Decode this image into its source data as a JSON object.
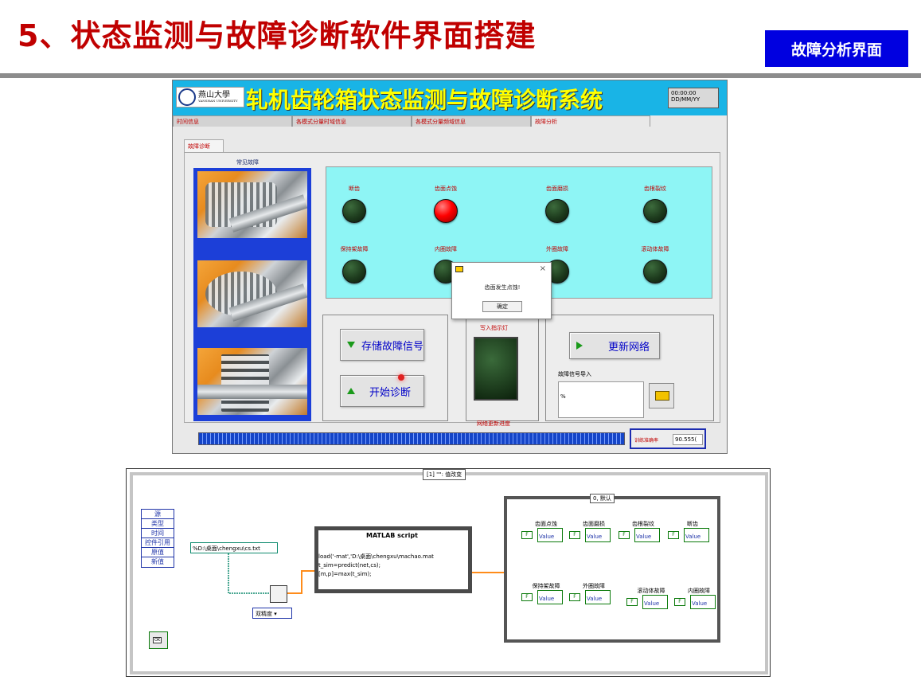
{
  "slide": {
    "title": "5、状态监测与故障诊断软件界面搭建",
    "tag": "故障分析界面"
  },
  "window": {
    "app_title": "轧机齿轮箱状态监测与故障诊断系统",
    "logo_text": "燕山大學",
    "logo_sub": "YANSHAN UNIVERSITY",
    "clock_time": "00:00:00",
    "clock_date": "DD/MM/YY",
    "tabs": [
      "时间信息",
      "各模式分量时域信息",
      "各模式分量频域信息",
      "故障分析"
    ],
    "active_tab": "故障分析",
    "inner_tab": "故障诊断",
    "common_faults_label": "常见故障",
    "leds": [
      {
        "label": "断齿",
        "on": false
      },
      {
        "label": "齿面点蚀",
        "on": true
      },
      {
        "label": "齿面磨损",
        "on": false
      },
      {
        "label": "齿根裂纹",
        "on": false
      },
      {
        "label": "保持架故障",
        "on": false
      },
      {
        "label": "内圈故障",
        "on": false
      },
      {
        "label": "外圈故障",
        "on": false
      },
      {
        "label": "滚动体故障",
        "on": false
      }
    ],
    "dialog": {
      "message": "齿面发生点蚀!",
      "ok": "确定"
    },
    "buttons": {
      "store": "存储故障信号",
      "diagnose": "开始诊断",
      "update": "更新网络"
    },
    "write_indicator_label": "写入指示灯",
    "network_progress_label": "网络更新进度",
    "import_label": "故障信号导入",
    "path_value": "%",
    "progress_value": 1.0,
    "accuracy_label": "训练准确率",
    "accuracy_value": "90.555("
  },
  "block_diagram": {
    "event_structure_title": "[1] \"\": 值改变",
    "event_items": [
      "源",
      "类型",
      "时间",
      "控件引用",
      "原值",
      "新值"
    ],
    "path_constant": "%D:\\桌面\\chengxu\\cs.txt",
    "data_type": "双精度",
    "matlab_title": "MATLAB script",
    "matlab_code": "load('-mat','D:\\桌面\\chengxu\\machao.mat\nt_sim=predict(net,cs);\n[m,p]=max(t_sim);",
    "case_title": "0, 默认",
    "indicators_top": [
      "齿面点蚀",
      "齿面磨损",
      "齿根裂纹",
      "断齿"
    ],
    "indicators_bottom": [
      "保持架故障",
      "外圈故障",
      "滚动体故障",
      "内圈故障"
    ],
    "indicator_value": "Value",
    "bool_const": "F",
    "ok_button": "OK"
  }
}
